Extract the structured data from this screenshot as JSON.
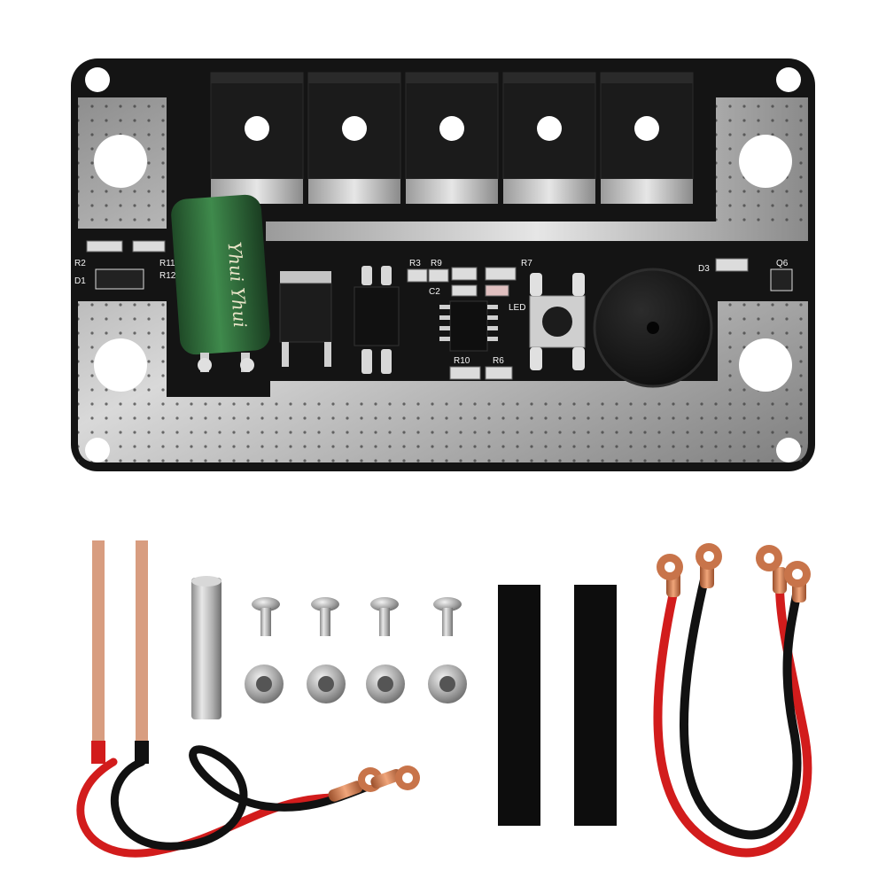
{
  "board": {
    "silkscreen": {
      "r2": "R2",
      "d1": "D1",
      "r11": "R11",
      "r12": "R12",
      "r3": "R3",
      "r9": "R9",
      "c2": "C2",
      "r7": "R7",
      "led": "LED",
      "r10": "R10",
      "r6": "R6",
      "d3": "D3",
      "q6": "Q6"
    },
    "capacitor_marking": "Yhui Yhui",
    "mosfet_count": 5
  },
  "accessories": {
    "screw_count": 4,
    "nut_count": 4,
    "heat_shrink_count": 2
  },
  "colors": {
    "pcb_black": "#141414",
    "tin_plate": "#a9a9a9",
    "capacitor_green": "#2f6b3a",
    "copper": "#c8744a",
    "wire_red": "#d21c1c",
    "wire_black": "#111111"
  }
}
